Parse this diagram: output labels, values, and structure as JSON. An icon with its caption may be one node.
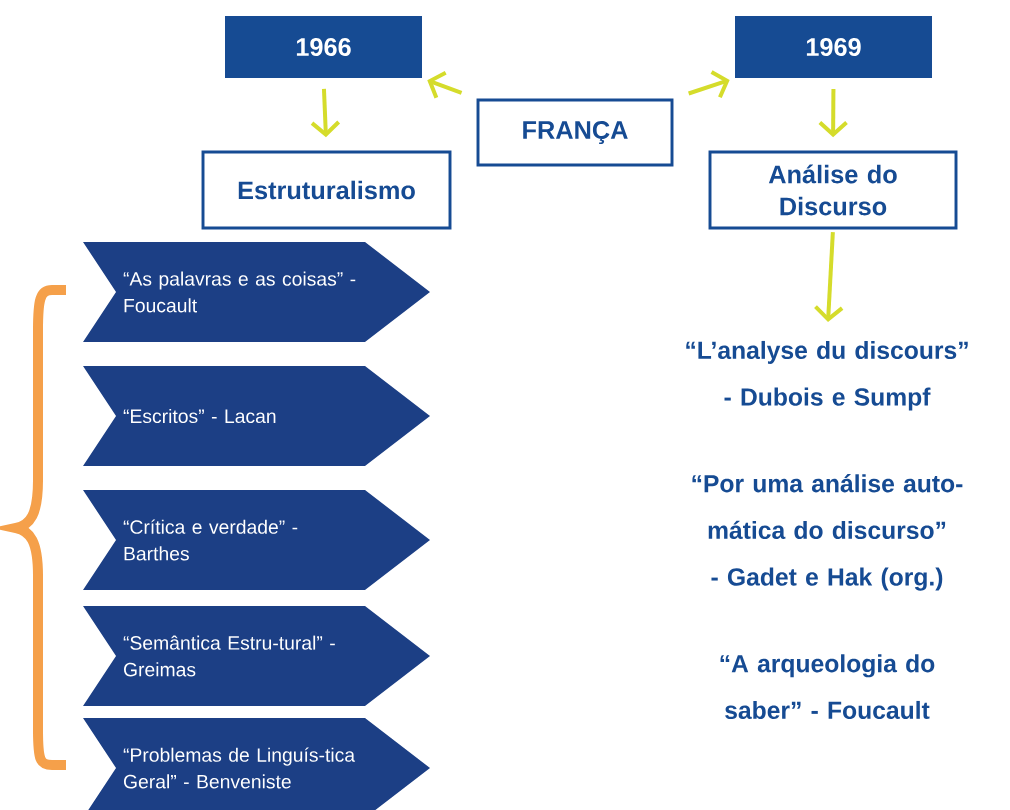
{
  "diagram": {
    "nodes": [
      {
        "text": [
          "1966"
        ]
      },
      {
        "text": [
          "1969"
        ]
      },
      {
        "text": [
          "FRANÇA"
        ]
      },
      {
        "text": [
          "Estruturalismo"
        ]
      },
      {
        "text": [
          "Análise do Discurso"
        ]
      },
      {
        "text": [
          "“As palavras e as coisas” - Foucault"
        ]
      },
      {
        "text": [
          "“Escritos” - Lacan"
        ]
      },
      {
        "text": [
          "“Crítica e verdade” - Barthes"
        ]
      },
      {
        "text": [
          "“Semântica Estru-tural” - Greimas"
        ]
      },
      {
        "text": [
          "“Problemas de Linguís-tica Geral” - Benveniste"
        ]
      },
      {
        "text": [
          "“L’analyse du discours” - Dubois e Sumpf",
          "“Por uma análise auto-mática do discurso” - Gadet e Hak (org.)",
          "“A arqueologia do saber” - Foucault"
        ]
      }
    ],
    "edges": [
      {
        "from": 2,
        "to": 0,
        "arrow": "to"
      },
      {
        "from": 2,
        "to": 1,
        "arrow": "to"
      },
      {
        "from": 0,
        "to": 3,
        "arrow": "to"
      },
      {
        "from": 1,
        "to": 4,
        "arrow": "to"
      },
      {
        "from": 4,
        "to": 10,
        "arrow": "to"
      }
    ]
  }
}
